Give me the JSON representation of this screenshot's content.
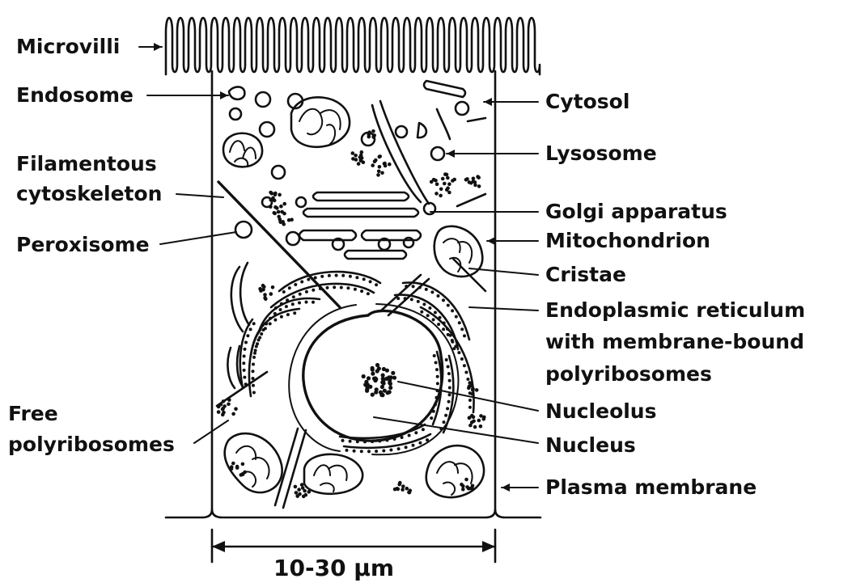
{
  "labels": {
    "microvilli": "Microvilli",
    "endosome": "Endosome",
    "filamentous_1": "Filamentous",
    "filamentous_2": "cytoskeleton",
    "peroxisome": "Peroxisome",
    "free_1": "Free",
    "free_2": "polyribosomes",
    "cytosol": "Cytosol",
    "lysosome": "Lysosome",
    "golgi": "Golgi apparatus",
    "mitochondrion": "Mitochondrion",
    "cristae": "Cristae",
    "er_1": "Endoplasmic reticulum",
    "er_2": "with membrane-bound",
    "er_3": "polyribosomes",
    "nucleolus": "Nucleolus",
    "nucleus": "Nucleus",
    "plasma_membrane": "Plasma membrane"
  },
  "scale": {
    "text": "10-30 μm"
  }
}
